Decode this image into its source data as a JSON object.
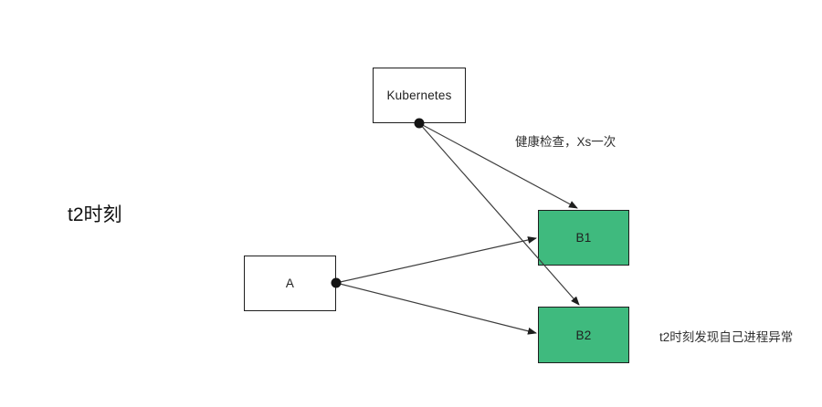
{
  "diagram": {
    "title_context": "Kubernetes health check at time t2",
    "labels": {
      "timeline": "t2时刻",
      "health_check": "健康检查，Xs一次",
      "b2_note": "t2时刻发现自己进程异常"
    },
    "nodes": {
      "kubernetes": {
        "label": "Kubernetes",
        "fill": "#ffffff"
      },
      "a": {
        "label": "A",
        "fill": "#ffffff"
      },
      "b1": {
        "label": "B1",
        "fill": "#3fba7e"
      },
      "b2": {
        "label": "B2",
        "fill": "#3fba7e"
      }
    },
    "edges": [
      {
        "from": "kubernetes",
        "to": "b1",
        "style": "arrow"
      },
      {
        "from": "kubernetes",
        "to": "b2",
        "style": "arrow"
      },
      {
        "from": "a",
        "to": "b1",
        "style": "arrow"
      },
      {
        "from": "a",
        "to": "b2",
        "style": "arrow"
      }
    ],
    "colors": {
      "background": "#ffffff",
      "node_border": "#1e1e1e",
      "node_green": "#3fba7e",
      "edge_line": "#3d3d3d",
      "text": "#1f1f1f"
    }
  }
}
